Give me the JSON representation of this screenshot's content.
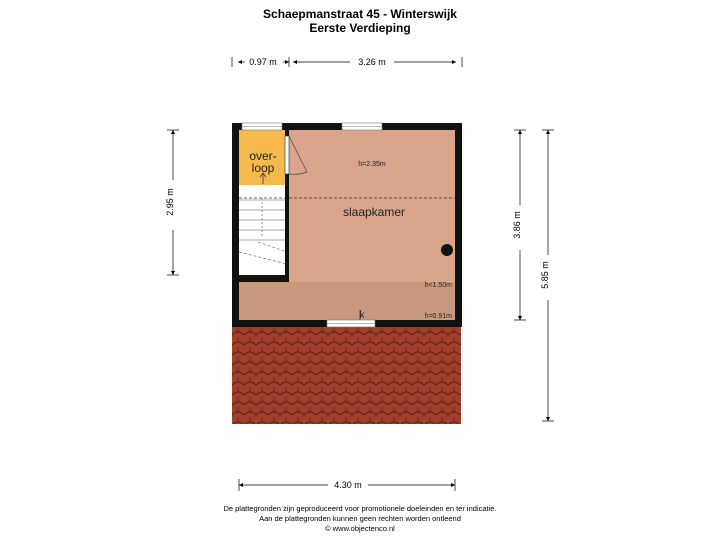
{
  "header": {
    "title": "Schaepmanstraat 45 - Winterswijk",
    "subtitle": "Eerste Verdieping"
  },
  "dimensions": {
    "top_left": "0.97 m",
    "top_right": "3.26 m",
    "left_height": "2.95 m",
    "right_inner": "3.86 m",
    "right_outer": "5.85 m",
    "bottom_width": "4.30 m"
  },
  "rooms": {
    "landing_line1": "over-",
    "landing_line2": "loop",
    "bedroom": "slaapkamer",
    "bedroom_height": "h=2.35m",
    "low_zone_height": "h<1.50m",
    "eave_height": "h=0.91m",
    "k_label": "k"
  },
  "footer": {
    "line1": "De plattegronden zijn geproduceerd voor promotionele doeleinden en ter indicatie.",
    "line2": "Aan de plattegronden kunnen geen rechten worden ontleend",
    "line3": "© www.objectenco.nl"
  },
  "colors": {
    "bedroom": "#d8a58a",
    "low_zone": "#c9997f",
    "landing": "#f5b94e",
    "roof": "#a0402c",
    "wall": "#111111"
  }
}
